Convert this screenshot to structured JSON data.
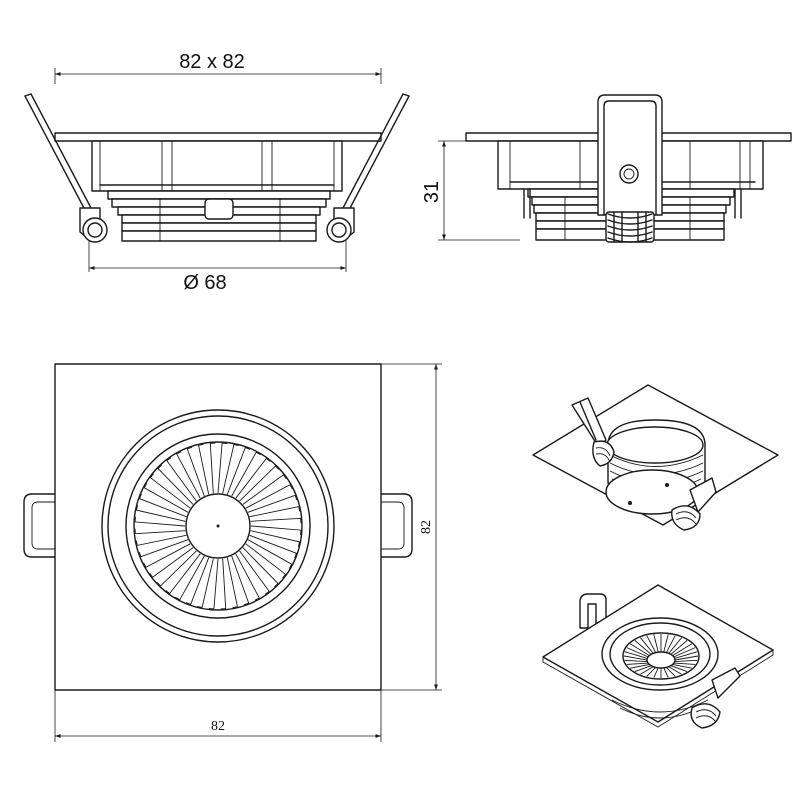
{
  "dimensions": {
    "top_width": "82 x 82",
    "diameter": "Ø 68",
    "height": "31",
    "plan_height": "82",
    "plan_width": "82"
  },
  "colors": {
    "line": "#1a1a1a",
    "background": "#ffffff"
  }
}
